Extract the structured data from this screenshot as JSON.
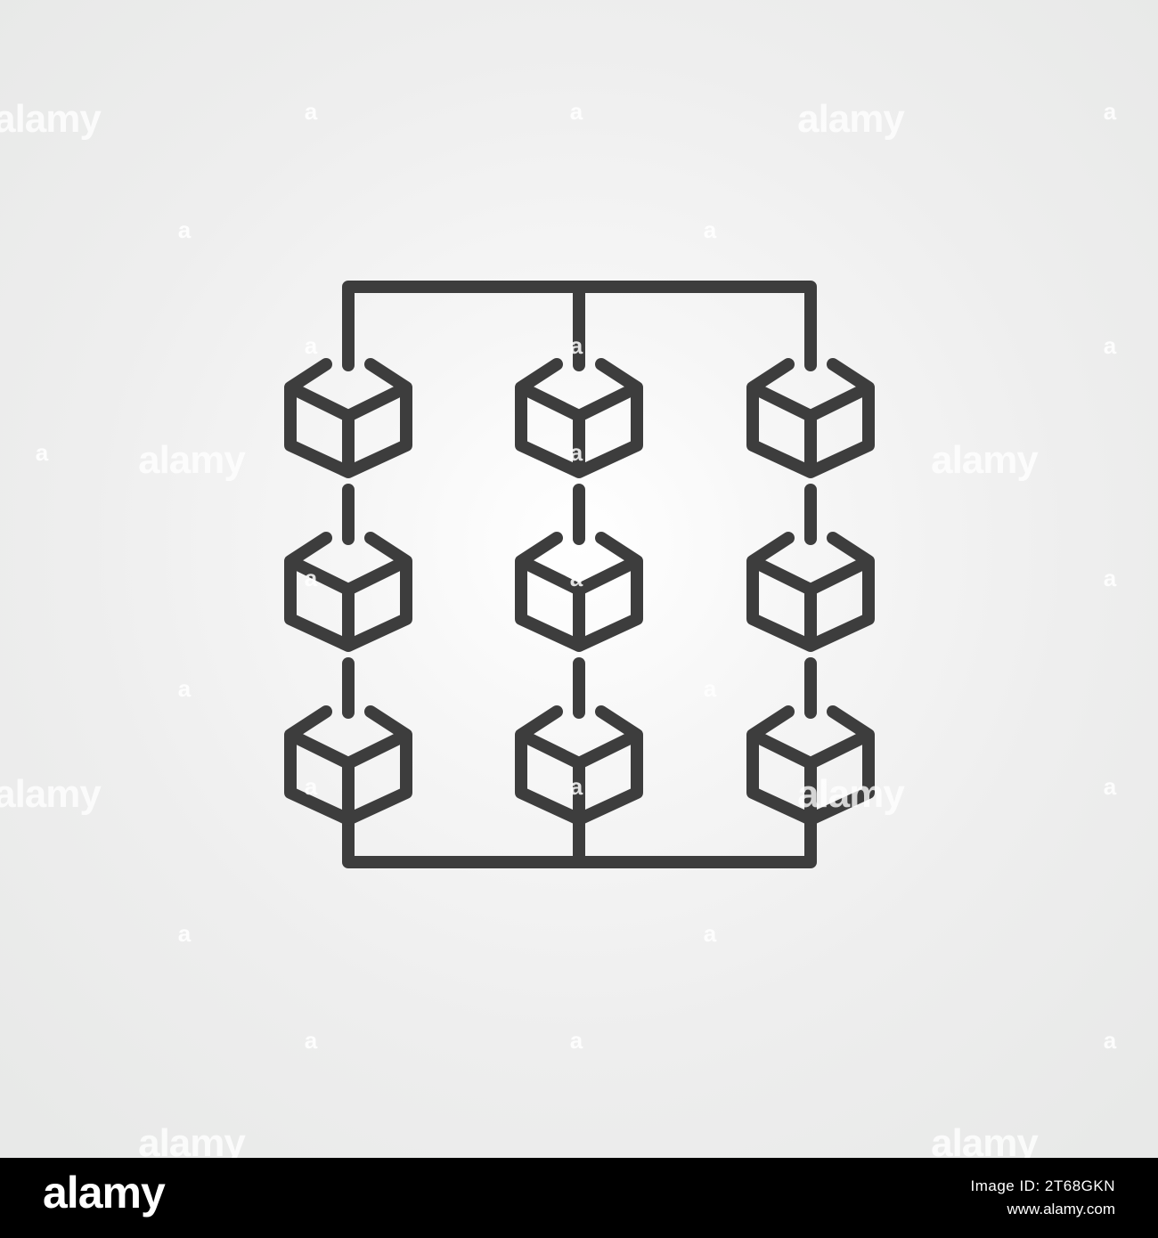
{
  "watermark": {
    "word": "alamy",
    "mark": "a"
  },
  "footer": {
    "logo": "alamy",
    "image_id": "Image ID: 2T68GKN",
    "url": "www.alamy.com"
  },
  "illustration": {
    "icon": "blockchain-cubes-icon",
    "stroke_color": "#3d3d3d",
    "background_color": "#eeeeee",
    "rows": 3,
    "columns": 3
  }
}
